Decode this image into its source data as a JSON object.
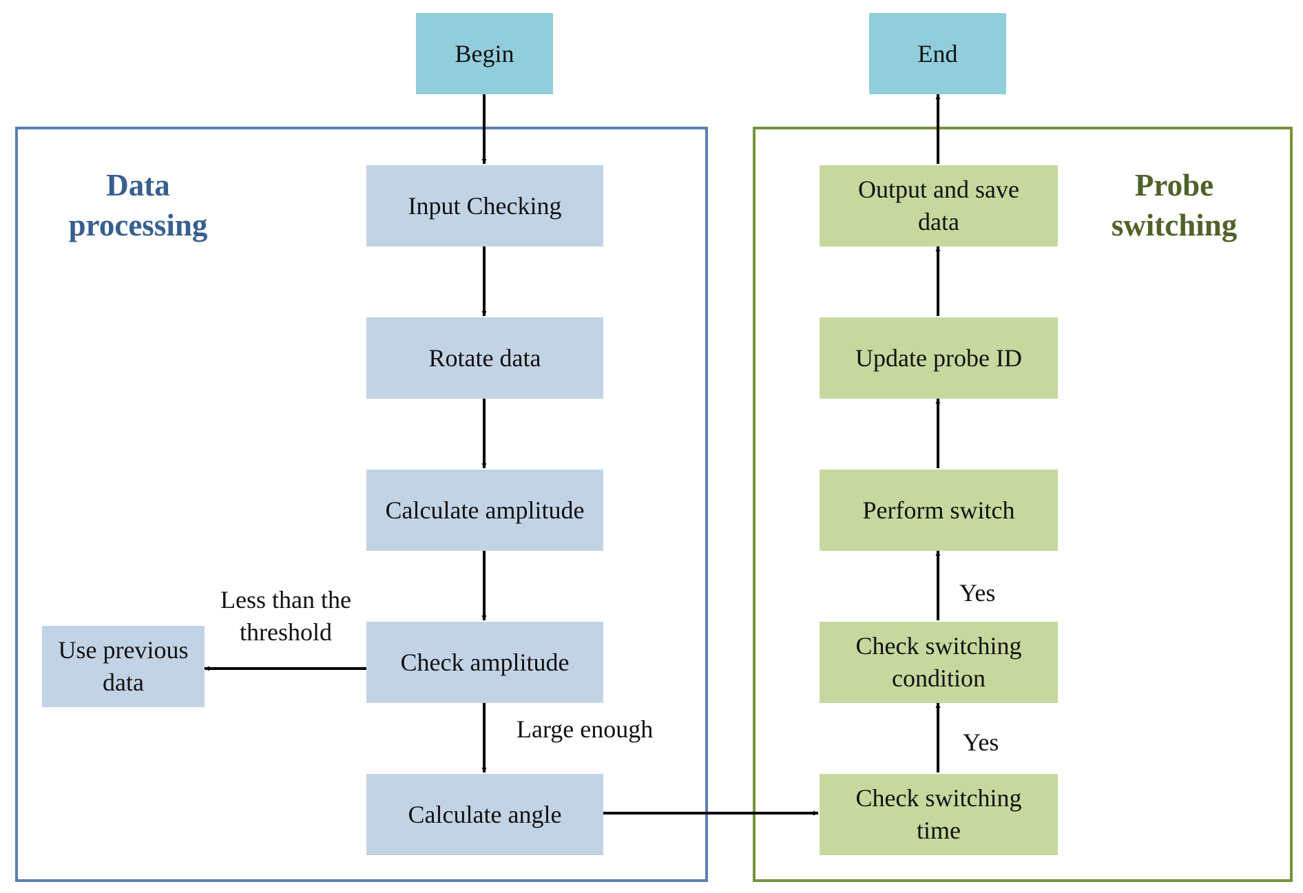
{
  "groups": {
    "data_processing": {
      "title_lines": [
        "Data",
        "processing"
      ],
      "color": "#375f8f",
      "border_color": "#5a7fb0"
    },
    "probe_switching": {
      "title_lines": [
        "Probe",
        "switching"
      ],
      "color": "#4f6228",
      "border_color": "#76923c"
    }
  },
  "nodes": {
    "begin": {
      "lines": [
        "Begin"
      ]
    },
    "end": {
      "lines": [
        "End"
      ]
    },
    "input_checking": {
      "lines": [
        "Input Checking"
      ]
    },
    "rotate_data": {
      "lines": [
        "Rotate data"
      ]
    },
    "calculate_amplitude": {
      "lines": [
        "Calculate amplitude"
      ]
    },
    "check_amplitude": {
      "lines": [
        "Check amplitude"
      ]
    },
    "calculate_angle": {
      "lines": [
        "Calculate angle"
      ]
    },
    "use_previous_data": {
      "lines": [
        "Use previous",
        "data"
      ]
    },
    "check_switching_time": {
      "lines": [
        "Check switching",
        "time"
      ]
    },
    "check_switching_condition": {
      "lines": [
        "Check switching",
        "condition"
      ]
    },
    "perform_switch": {
      "lines": [
        "Perform switch"
      ]
    },
    "update_probe_id": {
      "lines": [
        "Update probe ID"
      ]
    },
    "output_and_save_data": {
      "lines": [
        "Output and save",
        "data"
      ]
    }
  },
  "edge_labels": {
    "less_than_threshold": {
      "lines": [
        "Less than the",
        "threshold"
      ]
    },
    "large_enough": "Large enough",
    "yes_time": "Yes",
    "yes_condition": "Yes"
  },
  "colors": {
    "terminal_fill": "#92cddc",
    "data_fill": "#c3d3e6",
    "probe_fill": "#c6d89e",
    "arrow": "#000000"
  }
}
